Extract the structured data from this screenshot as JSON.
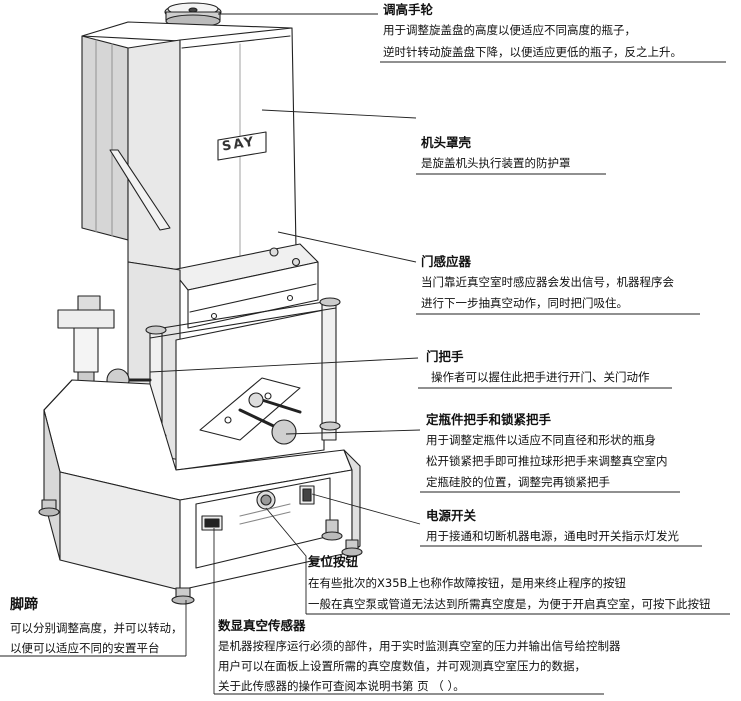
{
  "brand_logo": "SAY",
  "callouts": {
    "handwheel": {
      "title": "调高手轮",
      "lines": [
        "用于调整旋盖盘的高度以便适应不同高度的瓶子，",
        "逆时针转动旋盖盘下降，以便适应更低的瓶子，反之上升。"
      ]
    },
    "head_cover": {
      "title": "机头罩壳",
      "lines": [
        "是旋盖机头执行装置的防护罩"
      ]
    },
    "door_sensor": {
      "title": "门感应器",
      "lines": [
        "当门靠近真空室时感应器会发出信号，机器程序会",
        "进行下一步抽真空动作，同时把门吸住。"
      ]
    },
    "door_handle": {
      "title": "门把手",
      "lines": [
        "操作者可以握住此把手进行开门、关门动作"
      ]
    },
    "fix_handle": {
      "title": "定瓶件把手和锁紧把手",
      "lines": [
        "用于调整定瓶件以适应不同直径和形状的瓶身",
        "松开锁紧把手即可推拉球形把手来调整真空室内",
        "定瓶硅胶的位置，调整完再锁紧把手"
      ]
    },
    "power_switch": {
      "title": "电源开关",
      "lines": [
        "用于接通和切断机器电源，通电时开关指示灯发光"
      ]
    },
    "reset_button": {
      "title": "复位按钮",
      "lines": [
        "在有些批次的X35B上也称作故障按钮，是用来终止程序的按钮",
        "一般在真空泵或管道无法达到所需真空度是，为便于开启真空室，可按下此按钮"
      ]
    },
    "foot": {
      "title": "脚蹄",
      "lines": [
        "可以分别调整高度，并可以转动，",
        "以便可以适应不同的安置平台"
      ]
    },
    "vacuum_sensor": {
      "title": "数显真空传感器",
      "lines": [
        "是机器按程序运行必须的部件，用于实时监测真空室的压力并输出信号给控制器",
        "用户可以在面板上设置所需的真空度数值，并可观测真空室压力的数据，",
        "关于此传感器的操作可查阅本说明书第    页 （                ）。"
      ]
    }
  }
}
